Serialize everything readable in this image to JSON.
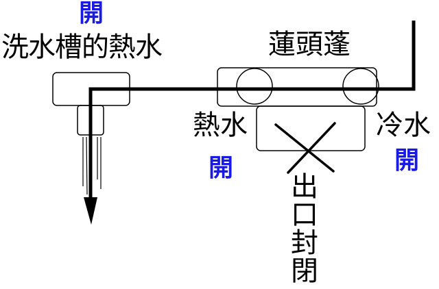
{
  "labels": {
    "open_top": "開",
    "sink_hot_water": "洗水槽的熱水",
    "shower_head": "蓮頭蓬",
    "hot_water": "熱水",
    "cold_water": "冷水",
    "open_left": "開",
    "open_right": "開",
    "outlet_sealed": [
      "出",
      "口",
      "封",
      "閉"
    ]
  },
  "colors": {
    "line": "#000000",
    "open_text": "#1a1ae6",
    "background": "#ffffff"
  }
}
